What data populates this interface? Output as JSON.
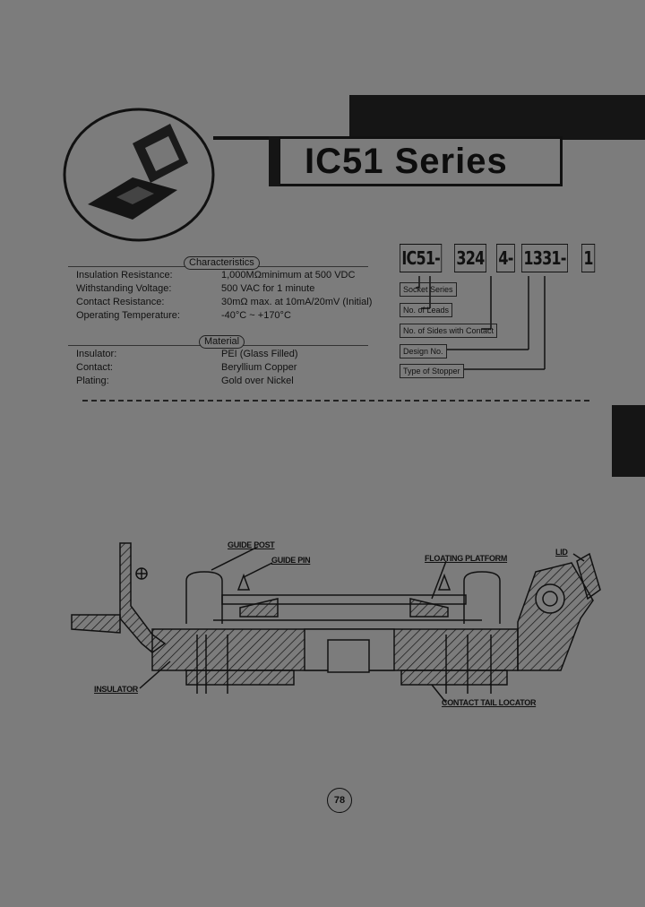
{
  "header": {
    "title": "IC51 Series"
  },
  "characteristics": {
    "label": "Characteristics",
    "rows": [
      {
        "key": "Insulation Resistance:",
        "value": "1,000MΩminimum at 500 VDC"
      },
      {
        "key": "Withstanding Voltage:",
        "value": "500 VAC for 1 minute"
      },
      {
        "key": "Contact Resistance:",
        "value": "30mΩ max. at 10mA/20mV (Initial)"
      },
      {
        "key": "Operating Temperature:",
        "value": "-40°C ~ +170°C"
      }
    ]
  },
  "material": {
    "label": "Material",
    "rows": [
      {
        "key": "Insulator:",
        "value": "PEI (Glass Filled)"
      },
      {
        "key": "Contact:",
        "value": "Beryllium Copper"
      },
      {
        "key": "Plating:",
        "value": "Gold over Nickel"
      }
    ]
  },
  "part_number": {
    "segments": [
      "IC51-",
      "324",
      "4-",
      "1331-",
      "1"
    ],
    "legend": [
      "Socket Series",
      "No. of Leads",
      "No. of Sides with Contact",
      "Design No.",
      "Type of Stopper"
    ]
  },
  "drawing": {
    "labels": {
      "guide_post": "GUIDE POST",
      "guide_pin": "GUIDE PIN",
      "floating_platform": "FLOATING PLATFORM",
      "lid": "LID",
      "insulator": "INSULATOR",
      "contact_tail_locator": "CONTACT TAIL LOCATOR"
    }
  },
  "page_number": "78"
}
